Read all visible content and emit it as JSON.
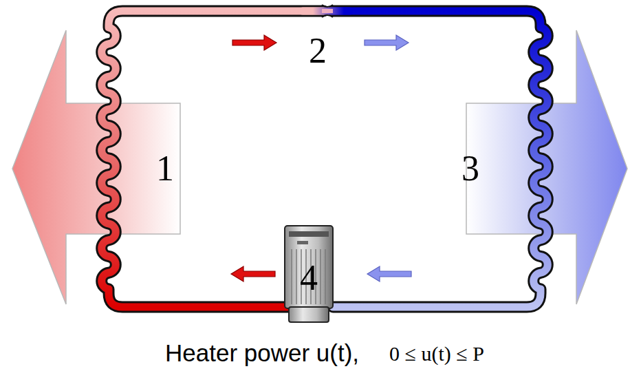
{
  "diagram": {
    "labels": [
      "1",
      "2",
      "3",
      "4",
      "Heater power u(t),",
      "0 ≤ u(t) ≤ P"
    ]
  }
}
